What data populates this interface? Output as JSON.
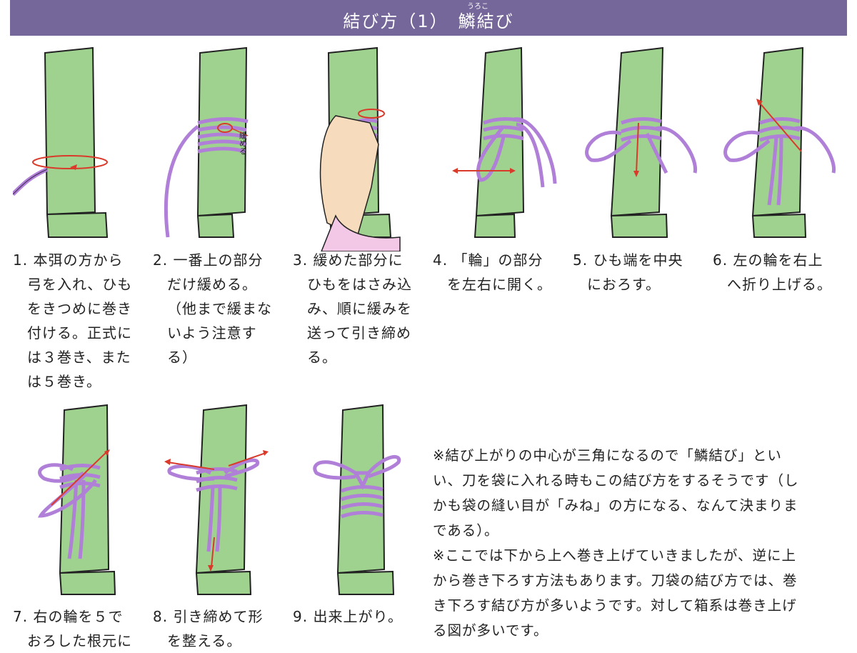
{
  "header": {
    "title": "結び方（1）　鱗結び",
    "ruby": "うろこ"
  },
  "illustrations": {
    "annotation_loosen": "緩める"
  },
  "steps": [
    {
      "num": "1.",
      "lines": [
        "本弭の方から",
        "弓を入れ、ひも",
        "をきつめに巻き",
        "付ける。正式に",
        "は３巻き、また",
        "は５巻き。"
      ]
    },
    {
      "num": "2.",
      "lines": [
        "一番上の部分",
        "だけ緩める。",
        "（他まで緩まな",
        "いよう注意す",
        "る）"
      ]
    },
    {
      "num": "3.",
      "lines": [
        "緩めた部分に",
        "ひもをはさみ込",
        "み、順に緩みを",
        "送って引き締め",
        "る。"
      ]
    },
    {
      "num": "4.",
      "lines": [
        "「輪」の部分",
        "を左右に開く。"
      ]
    },
    {
      "num": "5.",
      "lines": [
        "ひも端を中央",
        "におろす。"
      ]
    },
    {
      "num": "6.",
      "lines": [
        "左の輪を右上",
        "へ折り上げる。"
      ]
    },
    {
      "num": "7.",
      "lines": [
        "右の輪を５で",
        "おろした根元に"
      ]
    },
    {
      "num": "8.",
      "lines": [
        "引き締めて形",
        "を整える。"
      ]
    },
    {
      "num": "9.",
      "lines": [
        "出来上がり。"
      ]
    }
  ],
  "note": {
    "lines": [
      "※結び上がりの中心が三角になるので「鱗結び」とい",
      "い、刀を袋に入れる時もこの結び方をするそうです（し",
      "かも袋の縫い目が「みね」の方になる、なんて決まりま",
      "である）。",
      "※ここでは下から上へ巻き上げていきましたが、逆に上",
      "から巻き下ろす方法もあります。刀袋の結び方では、巻",
      "き下ろす結び方が多いようです。対して箱系は巻き上げ",
      "る図が多いです。"
    ]
  }
}
